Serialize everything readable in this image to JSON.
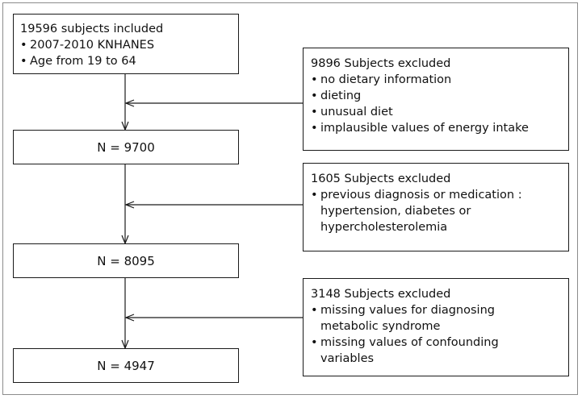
{
  "start": {
    "title": "19596 subjects included",
    "bullets": [
      "2007-2010 KNHANES",
      "Age from 19 to 64"
    ]
  },
  "counts": [
    "N = 9700",
    "N = 8095",
    "N = 4947"
  ],
  "exclusions": [
    {
      "title": "9896 Subjects excluded",
      "bullets": [
        {
          "text": "no dietary information"
        },
        {
          "text": "dieting"
        },
        {
          "text": "unusual  diet"
        },
        {
          "text": "implausible values of energy intake"
        }
      ]
    },
    {
      "title": "1605 Subjects excluded",
      "bullets": [
        {
          "text": "previous diagnosis or medication :",
          "cont": [
            "hypertension, diabetes or",
            "hypercholesterolemia"
          ]
        }
      ]
    },
    {
      "title": "3148 Subjects excluded",
      "bullets": [
        {
          "text": "missing values for diagnosing",
          "cont": [
            "metabolic syndrome"
          ]
        },
        {
          "text": "missing values of confounding",
          "cont": [
            "variables"
          ]
        }
      ]
    }
  ]
}
